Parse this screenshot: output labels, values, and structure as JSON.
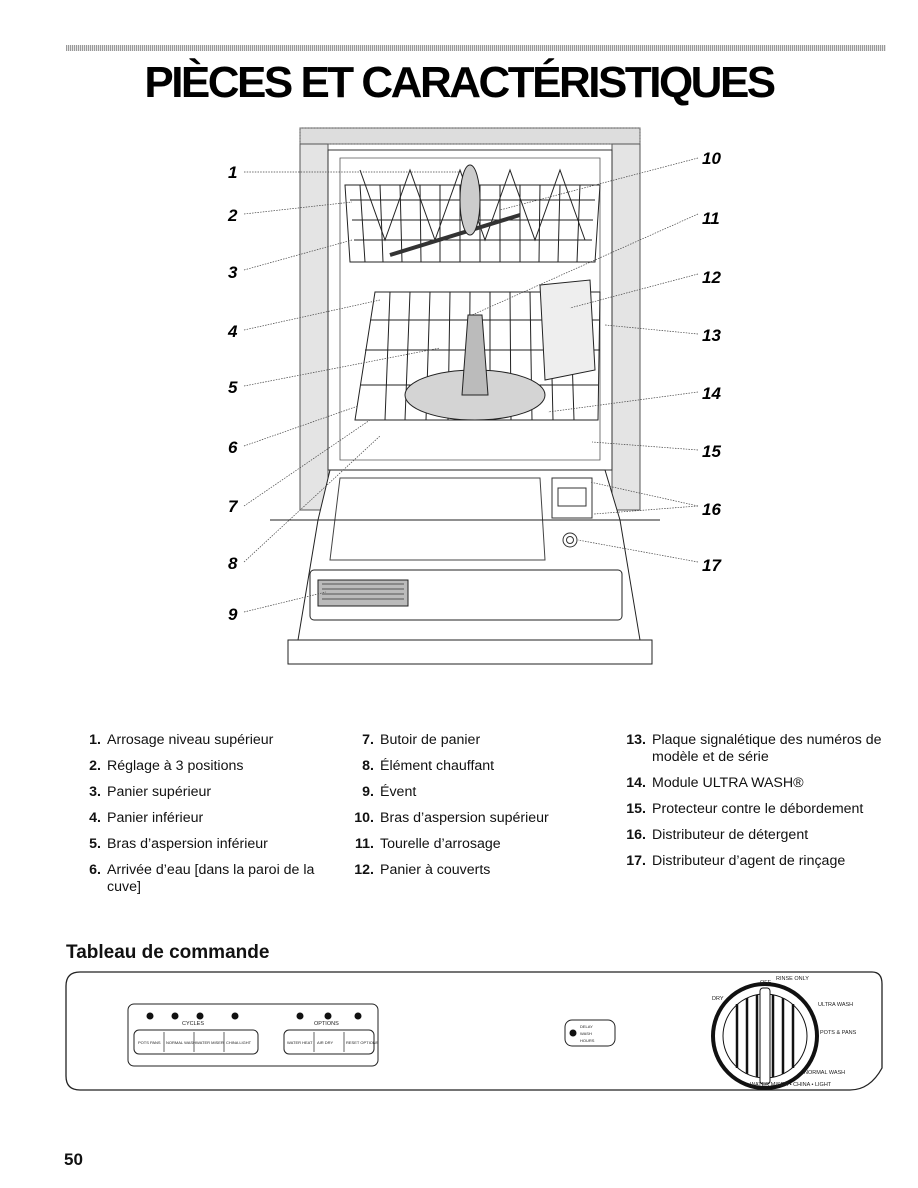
{
  "title": "PIÈCES ET CARACTÉRISTIQUES",
  "callouts": [
    "1",
    "2",
    "3",
    "4",
    "5",
    "6",
    "7",
    "8",
    "9",
    "10",
    "11",
    "12",
    "13",
    "14",
    "15",
    "16",
    "17"
  ],
  "parts_col1": [
    {
      "n": "1.",
      "t": "Arrosage niveau supérieur"
    },
    {
      "n": "2.",
      "t": "Réglage à 3 positions"
    },
    {
      "n": "3.",
      "t": "Panier supérieur"
    },
    {
      "n": "4.",
      "t": "Panier inférieur"
    },
    {
      "n": "5.",
      "t": "Bras d’aspersion inférieur"
    },
    {
      "n": "6.",
      "t": "Arrivée d’eau [dans la paroi de la cuve]"
    }
  ],
  "parts_col2": [
    {
      "n": "7.",
      "t": "Butoir de panier"
    },
    {
      "n": "8.",
      "t": "Élément chauffant"
    },
    {
      "n": "9.",
      "t": "Évent"
    },
    {
      "n": "10.",
      "t": "Bras d’aspersion supérieur"
    },
    {
      "n": "11.",
      "t": "Tourelle d’arrosage"
    },
    {
      "n": "12.",
      "t": "Panier à couverts"
    }
  ],
  "parts_col3": [
    {
      "n": "13.",
      "t": "Plaque signalétique des numéros de modèle et de série"
    },
    {
      "n": "14.",
      "t": "Module ULTRA WASH®"
    },
    {
      "n": "15.",
      "t": "Protecteur contre le débordement"
    },
    {
      "n": "16.",
      "t": "Distributeur de détergent"
    },
    {
      "n": "17.",
      "t": "Distributeur d’agent de rinçage"
    }
  ],
  "control_title": "Tableau de commande",
  "panel": {
    "cycles_label": "CYCLES",
    "options_label": "OPTIONS",
    "cycle_buttons": [
      "POTS PANS",
      "NORMAL WASH",
      "WATER MISER",
      "CHINA LIGHT"
    ],
    "option_buttons": [
      "WATER HEAT",
      "AIR DRY",
      "RESET OPTIONS"
    ],
    "start_button": [
      "DELAY",
      "WASH",
      "HOURS"
    ],
    "dial_labels": [
      "OFF",
      "RINSE ONLY",
      "DRY",
      "ULTRA WASH",
      "POTS & PANS",
      "NORMAL WASH",
      "WATER MISER • CHINA • LIGHT"
    ]
  },
  "page_number": "50"
}
